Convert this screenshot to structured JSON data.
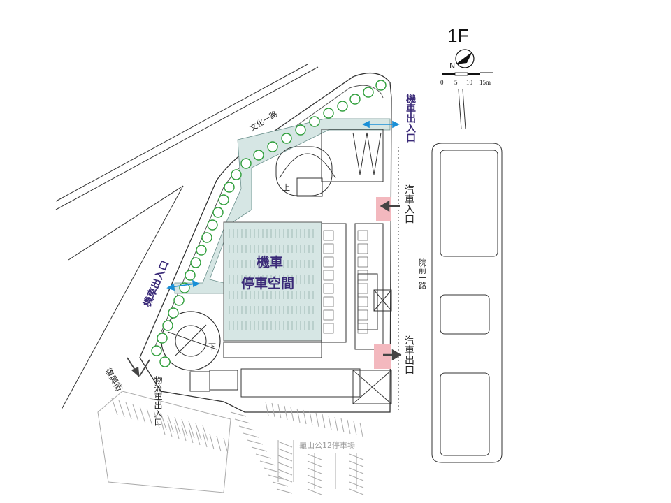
{
  "floor_label": "1F",
  "north_symbol": "N",
  "scale_bar": {
    "ticks": [
      "0",
      "5",
      "10",
      "15m"
    ]
  },
  "streets": {
    "wenhua": "文化一路",
    "fuxing": "復興街",
    "yuanqian": "院前一路"
  },
  "labels": {
    "moto_parking_line1": "機車",
    "moto_parking_line2": "停車空間",
    "moto_entrance_top": "機車出入口",
    "moto_entrance_left": "機車出入口",
    "car_entrance": "汽車入口",
    "car_exit": "汽車出口",
    "logistics_entrance": "物流車出入口",
    "ramp_up": "上",
    "ramp_down": "下",
    "parking_lot": "龜山公12停車場"
  },
  "colors": {
    "green_zone": "#d6e6e4",
    "tree": "#2e9e3a",
    "arrow_blue": "#1a8fd6",
    "car_pink": "#f3b8be",
    "text_purple": "#3a2a78"
  }
}
